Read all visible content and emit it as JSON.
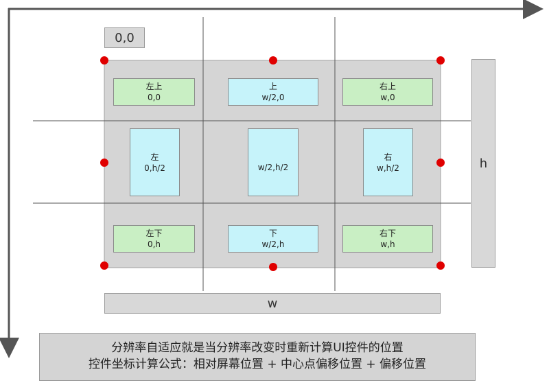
{
  "origin_label": "0,0",
  "width_label": "w",
  "height_label": "h",
  "cells": {
    "top_left": {
      "name": "左上",
      "coord": "0,0"
    },
    "top_center": {
      "name": "上",
      "coord": "w/2,0"
    },
    "top_right": {
      "name": "右上",
      "coord": "w,0"
    },
    "middle_left": {
      "name": "左",
      "coord": "0,h/2"
    },
    "center": {
      "coord": "w/2,h/2"
    },
    "middle_right": {
      "name": "右",
      "coord": "w,h/2"
    },
    "bottom_left": {
      "name": "左下",
      "coord": "0,h"
    },
    "bottom_center": {
      "name": "下",
      "coord": "w/2,h"
    },
    "bottom_right": {
      "name": "右下",
      "coord": "w,h"
    }
  },
  "caption": {
    "line1": "分辨率自适应就是当分辨率改变时重新计算UI控件的位置",
    "line2": "控件坐标计算公式：相对屏幕位置 + 中心点偏移位置 + 偏移位置"
  },
  "colors": {
    "anchor_dot": "#e00000",
    "green_box": "#c9efc4",
    "cyan_box": "#c6f3fa",
    "grid_gray": "#d8d8d8"
  }
}
